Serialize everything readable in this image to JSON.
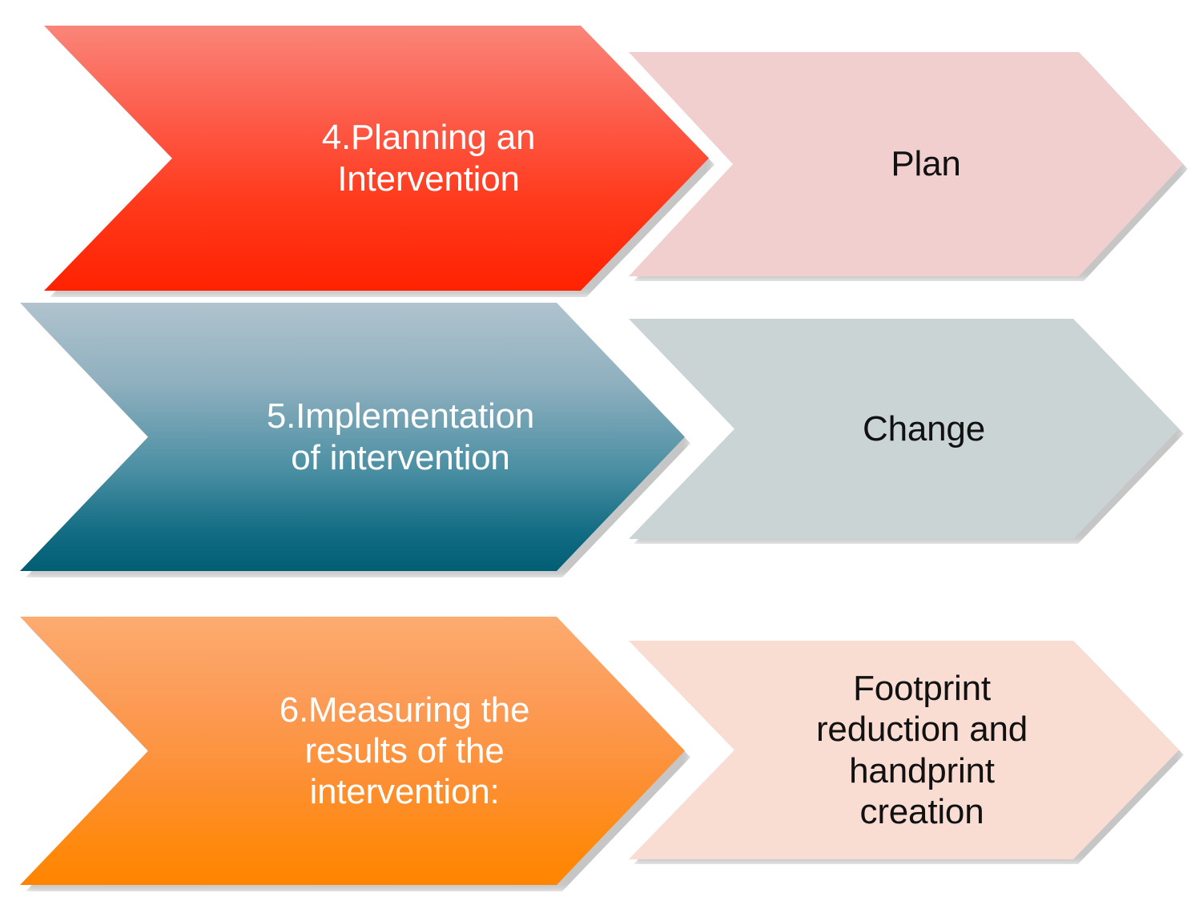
{
  "diagram": {
    "title": "Intervention process chevron diagram",
    "rows": [
      {
        "id": "step-4",
        "step_label": "4.Planning an\nIntervention",
        "outcome_label": "Plan",
        "step_color_top": "#fa8579",
        "step_color_bottom": "#ff2200",
        "outcome_color": "#f2cfcf",
        "step_text_color": "#ffffff",
        "outcome_text_color": "#111111"
      },
      {
        "id": "step-5",
        "step_label": "5.Implementation\nof intervention",
        "outcome_label": "Change",
        "step_color_top": "#b0c3ce",
        "step_color_bottom": "#005e73",
        "outcome_color": "#cbd4d4",
        "step_text_color": "#ffffff",
        "outcome_text_color": "#111111"
      },
      {
        "id": "step-6",
        "step_label": "6.Measuring the\nresults of the\nintervention:",
        "outcome_label": "Footprint\nreduction and\nhandprint\ncreation",
        "step_color_top": "#fdab70",
        "step_color_bottom": "#ff8400",
        "outcome_color": "#f9dcd2",
        "step_text_color": "#ffffff",
        "outcome_text_color": "#111111"
      }
    ]
  }
}
